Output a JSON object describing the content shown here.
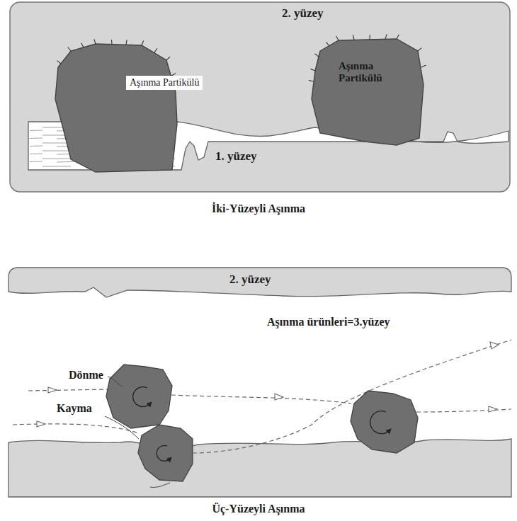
{
  "diagram": {
    "nodes": [
      {
        "text": [
          "Aşınma Partikülü"
        ]
      },
      {
        "text": [
          "Aşınma Partikülü"
        ]
      }
    ],
    "labels": [
      "2. yüzey",
      "1. yüzey",
      "İki-Yüzeyli Aşınma",
      "2. yüzey",
      "Aşınma ürünleri=3.yüzey",
      "Dönme",
      "Kayma",
      "Üç-Yüzeyli Aşınma"
    ]
  }
}
